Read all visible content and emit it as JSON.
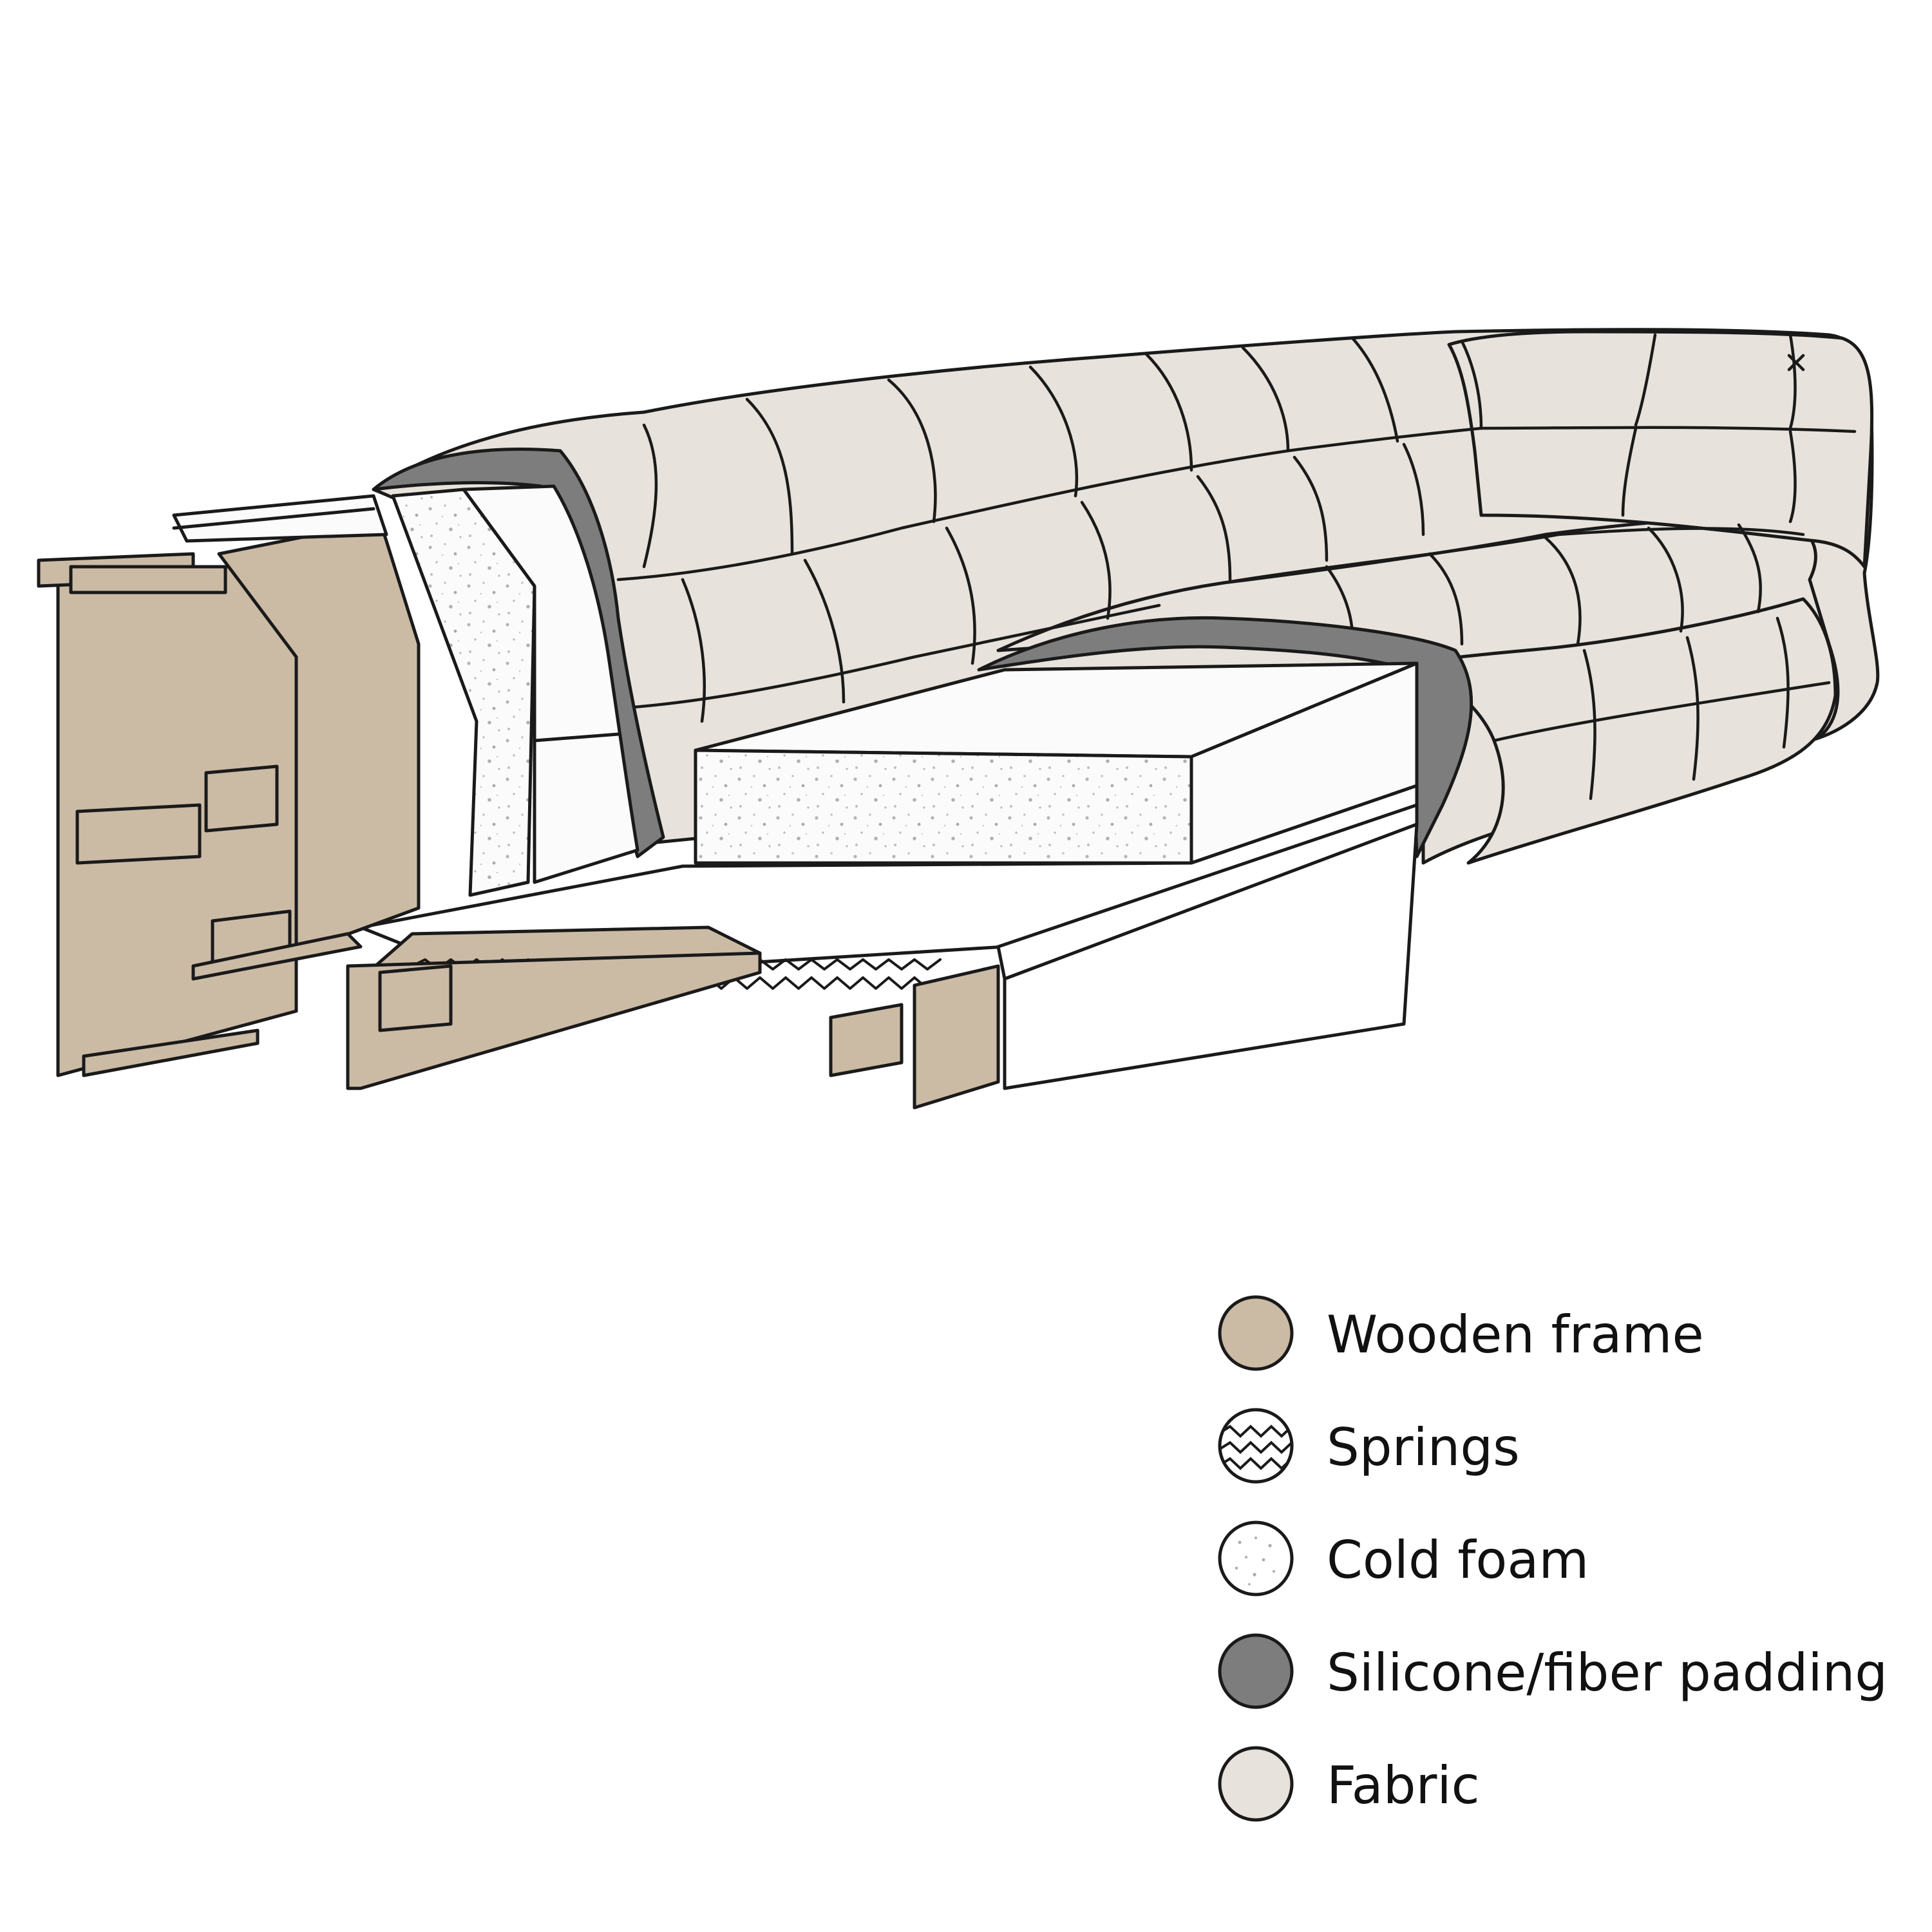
{
  "legend": {
    "items": [
      {
        "label": "Wooden frame",
        "fill": "#cbbba5",
        "icon": "wood-swatch"
      },
      {
        "label": "Springs",
        "fill": "#ffffff",
        "icon": "spring-swatch"
      },
      {
        "label": "Cold foam",
        "fill": "#ffffff",
        "icon": "foam-swatch"
      },
      {
        "label": "Silicone/fiber padding",
        "fill": "#7d7d7d",
        "icon": "padding-swatch"
      },
      {
        "label": "Fabric",
        "fill": "#e7e2db",
        "icon": "fabric-swatch"
      }
    ]
  },
  "colors": {
    "wood": "#cbbba5",
    "fabric": "#e7e2db",
    "padding": "#7d7d7d",
    "foam": "#fbfbfb",
    "outline": "#1a1a1a"
  }
}
